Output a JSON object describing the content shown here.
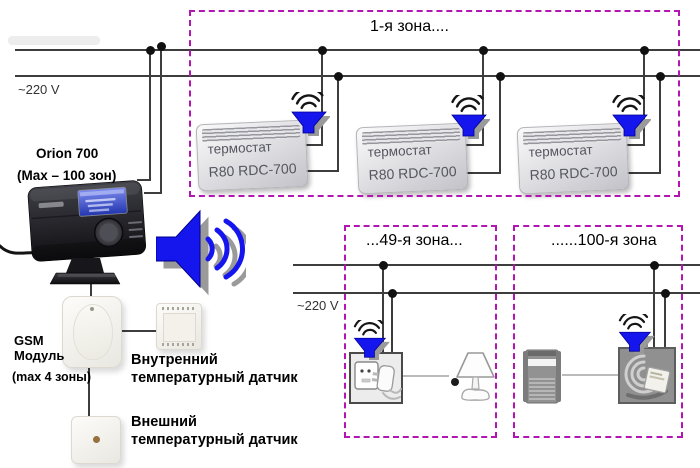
{
  "palette": {
    "magenta_frame": "#b315b3",
    "radio_blue": "#1515ee",
    "wire": "#3d3d3d",
    "device_link_gray": "#bbbbbb"
  },
  "power": {
    "top_label": "~220 V",
    "bottom_label": "~220 V"
  },
  "controller": {
    "name": "Orion 700",
    "capacity": "(Max – 100 зон)"
  },
  "gsm": {
    "line1": "GSM",
    "line2": "Модуль",
    "capacity": "(max 4 зоны)"
  },
  "internal_sensor": {
    "line1": "Внутренний",
    "line2": "температурный датчик"
  },
  "external_sensor": {
    "line1": "Внешний",
    "line2": "температурный датчик"
  },
  "zone1": {
    "label": "1-я зона....",
    "thermostats": [
      {
        "name": "термостат",
        "model": "R80 RDC-700"
      },
      {
        "name": "термостат",
        "model": "R80 RDC-700"
      },
      {
        "name": "термостат",
        "model": "R80 RDC-700"
      }
    ]
  },
  "zone49": {
    "label": "...49-я зона..."
  },
  "zone100": {
    "label": "......100-я зона"
  },
  "icons": {
    "big_speaker": "speaker-with-radio-waves",
    "small_speaker": "radio-transmitter-speaker",
    "socket": "plug-into-socket",
    "lamp": "table-lamp",
    "radiator": "radiator",
    "receiver": "receiver-box-with-cable-coil"
  }
}
